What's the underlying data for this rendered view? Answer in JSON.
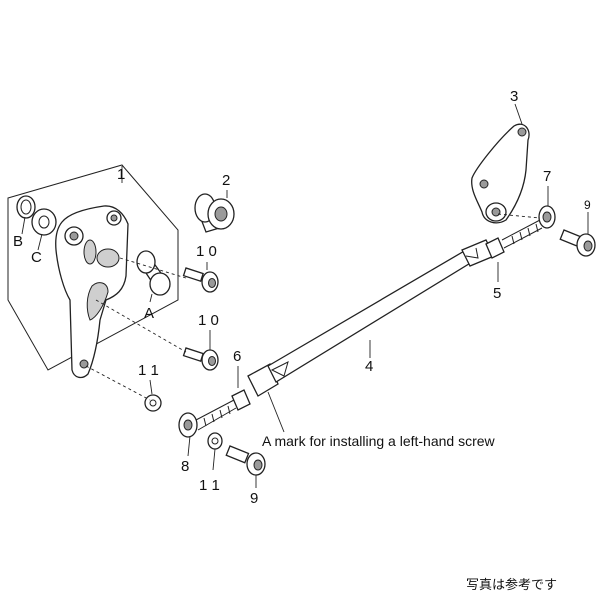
{
  "labels": {
    "p1": "1",
    "p2": "2",
    "p3": "3",
    "p4": "4",
    "p5": "5",
    "p6": "6",
    "p7": "7",
    "p8": "8",
    "p9a": "9",
    "p9b": "9",
    "p10a": "1 0",
    "p10b": "1 0",
    "p11a": "1 1",
    "p11b": "1 1",
    "A": "A",
    "B": "B",
    "C": "C"
  },
  "note": "A mark for installing a left-hand screw",
  "caption": "写真は参考です"
}
